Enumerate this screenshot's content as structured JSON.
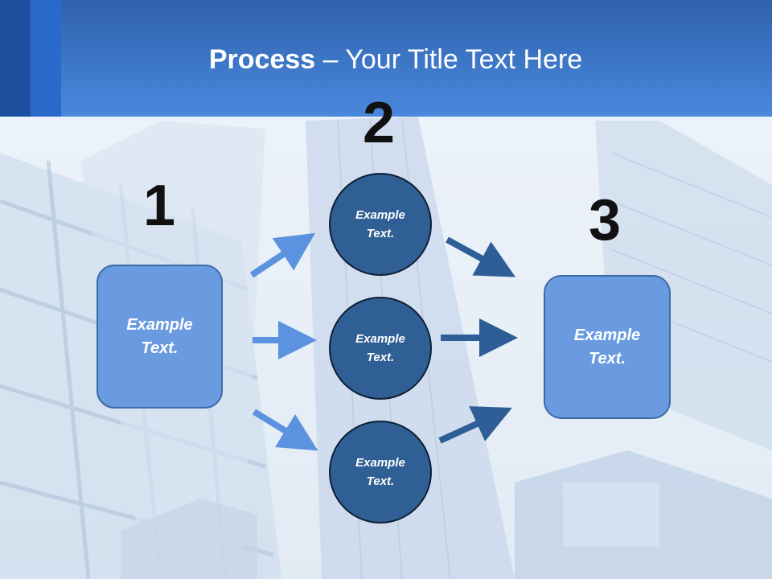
{
  "slide": {
    "title_bold": "Process",
    "title_rest": " – Your Title Text Here",
    "steps": [
      {
        "number": "1",
        "text_line1": "Example",
        "text_line2": "Text."
      },
      {
        "number": "2"
      },
      {
        "number": "3",
        "text_line1": "Example",
        "text_line2": "Text."
      }
    ],
    "circles": [
      {
        "text_line1": "Example",
        "text_line2": "Text."
      },
      {
        "text_line1": "Example",
        "text_line2": "Text."
      },
      {
        "text_line1": "Example",
        "text_line2": "Text."
      }
    ]
  },
  "colors": {
    "header": "#4a88dd",
    "box_fill": "#6a9be0",
    "circle_fill": "#2f5f94",
    "arrow_light": "#5b93e0",
    "arrow_dark": "#2e5e96"
  }
}
